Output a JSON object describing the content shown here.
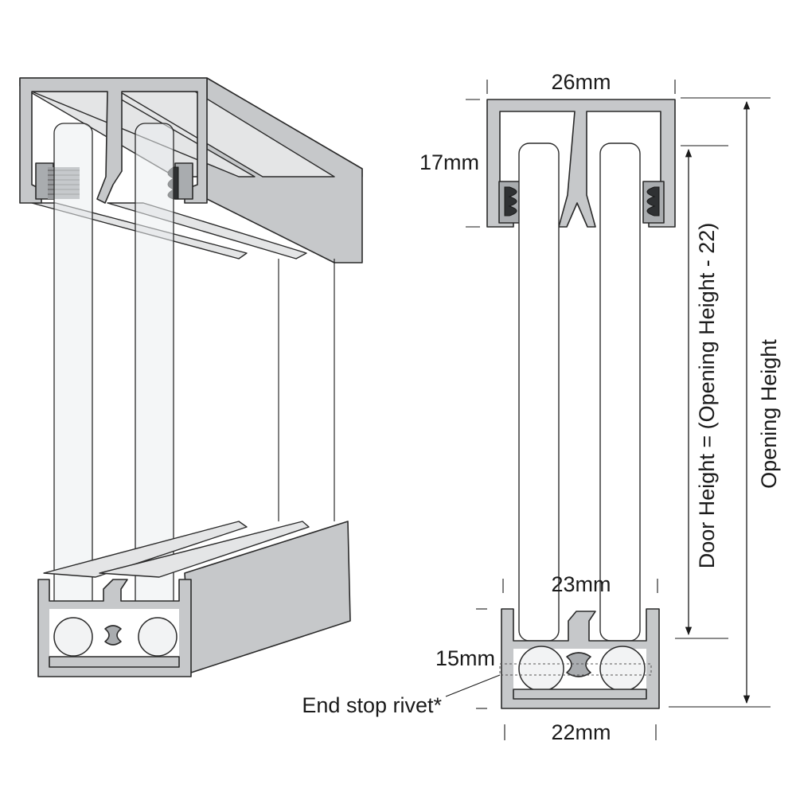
{
  "labels": {
    "top_width": "26mm",
    "top_depth": "17mm",
    "bottom_inner_width": "23mm",
    "bottom_depth": "15mm",
    "bottom_width": "22mm",
    "end_stop": "End stop rivet*",
    "door_height": "Door Height = (Opening Height - 22)",
    "opening_height": "Opening Height"
  },
  "colors": {
    "aluminium": "#c6c8ca",
    "aluminium_dark": "#a9acaf",
    "line": "#1a1a1a"
  }
}
